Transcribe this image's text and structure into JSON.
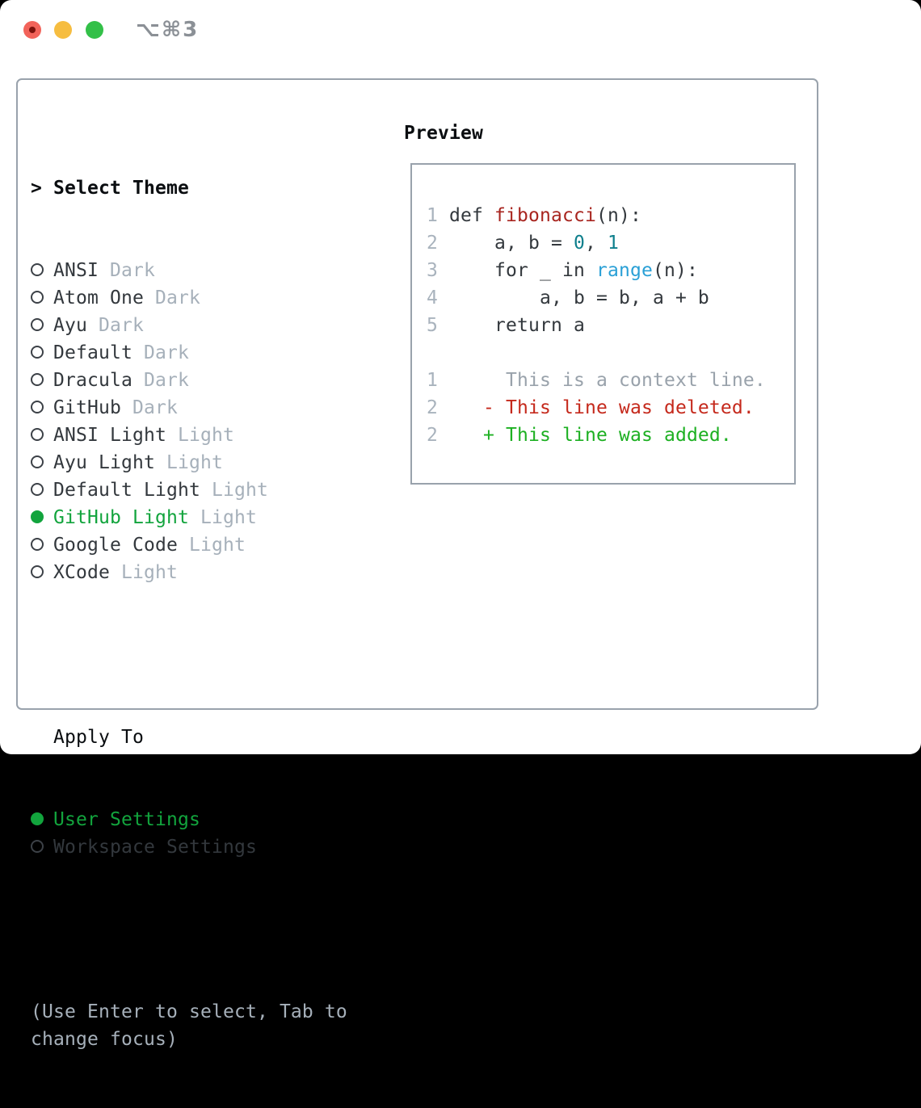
{
  "window": {
    "title": "⌥⌘3",
    "traffic_lights": [
      {
        "name": "close",
        "color": "#f2635a"
      },
      {
        "name": "minimize",
        "color": "#f6bd40"
      },
      {
        "name": "zoom",
        "color": "#33c048"
      }
    ]
  },
  "theme_picker": {
    "heading_prefix": "> ",
    "heading": "Select Theme",
    "themes": [
      {
        "name": "ANSI",
        "variant": "Dark",
        "selected": false
      },
      {
        "name": "Atom One",
        "variant": "Dark",
        "selected": false
      },
      {
        "name": "Ayu",
        "variant": "Dark",
        "selected": false
      },
      {
        "name": "Default",
        "variant": "Dark",
        "selected": false
      },
      {
        "name": "Dracula",
        "variant": "Dark",
        "selected": false
      },
      {
        "name": "GitHub",
        "variant": "Dark",
        "selected": false
      },
      {
        "name": "ANSI Light",
        "variant": "Light",
        "selected": false
      },
      {
        "name": "Ayu Light",
        "variant": "Light",
        "selected": false
      },
      {
        "name": "Default Light",
        "variant": "Light",
        "selected": false
      },
      {
        "name": "GitHub Light",
        "variant": "Light",
        "selected": true
      },
      {
        "name": "Google Code",
        "variant": "Light",
        "selected": false
      },
      {
        "name": "XCode",
        "variant": "Light",
        "selected": false
      }
    ],
    "apply_to": {
      "heading": "Apply To",
      "options": [
        {
          "label": "User Settings",
          "selected": true
        },
        {
          "label": "Workspace Settings",
          "selected": false
        }
      ]
    },
    "hint_lines": [
      "(Use Enter to select, Tab to",
      "change focus)"
    ]
  },
  "preview": {
    "heading": "Preview",
    "lines": [
      [
        {
          "t": "1",
          "c": "ln"
        },
        {
          "t": " def ",
          "c": "code"
        },
        {
          "t": "fibonacci",
          "c": "fn"
        },
        {
          "t": "(n):",
          "c": "code"
        }
      ],
      [
        {
          "t": "2",
          "c": "ln"
        },
        {
          "t": "     a, b = ",
          "c": "code"
        },
        {
          "t": "0",
          "c": "num"
        },
        {
          "t": ", ",
          "c": "code"
        },
        {
          "t": "1",
          "c": "num"
        }
      ],
      [
        {
          "t": "3",
          "c": "ln"
        },
        {
          "t": "     for _ in ",
          "c": "code"
        },
        {
          "t": "range",
          "c": "call"
        },
        {
          "t": "(n):",
          "c": "code"
        }
      ],
      [
        {
          "t": "4",
          "c": "ln"
        },
        {
          "t": "         a, b = b, a + b",
          "c": "code"
        }
      ],
      [
        {
          "t": "5",
          "c": "ln"
        },
        {
          "t": "     return a",
          "c": "code"
        }
      ],
      [],
      [
        {
          "t": "1",
          "c": "ln"
        },
        {
          "t": "      This is a context line.",
          "c": "ctx"
        }
      ],
      [
        {
          "t": "2",
          "c": "ln"
        },
        {
          "t": "    - This line was deleted.",
          "c": "del"
        }
      ],
      [
        {
          "t": "2",
          "c": "ln"
        },
        {
          "t": "    + This line was added.",
          "c": "add"
        }
      ]
    ]
  },
  "colors": {
    "panel_border": "#99a2ac",
    "text_dark": "#33383d",
    "text_black": "#0a0d10",
    "text_muted": "#a6b0ba",
    "selected_green": "#12a43d",
    "added_green": "#1db022",
    "deleted_red": "#c5291c",
    "function_red": "#a8251f",
    "number_teal": "#0e7f8c",
    "call_blue": "#2aa0d6",
    "line_number_gray": "#a9b3bd"
  }
}
